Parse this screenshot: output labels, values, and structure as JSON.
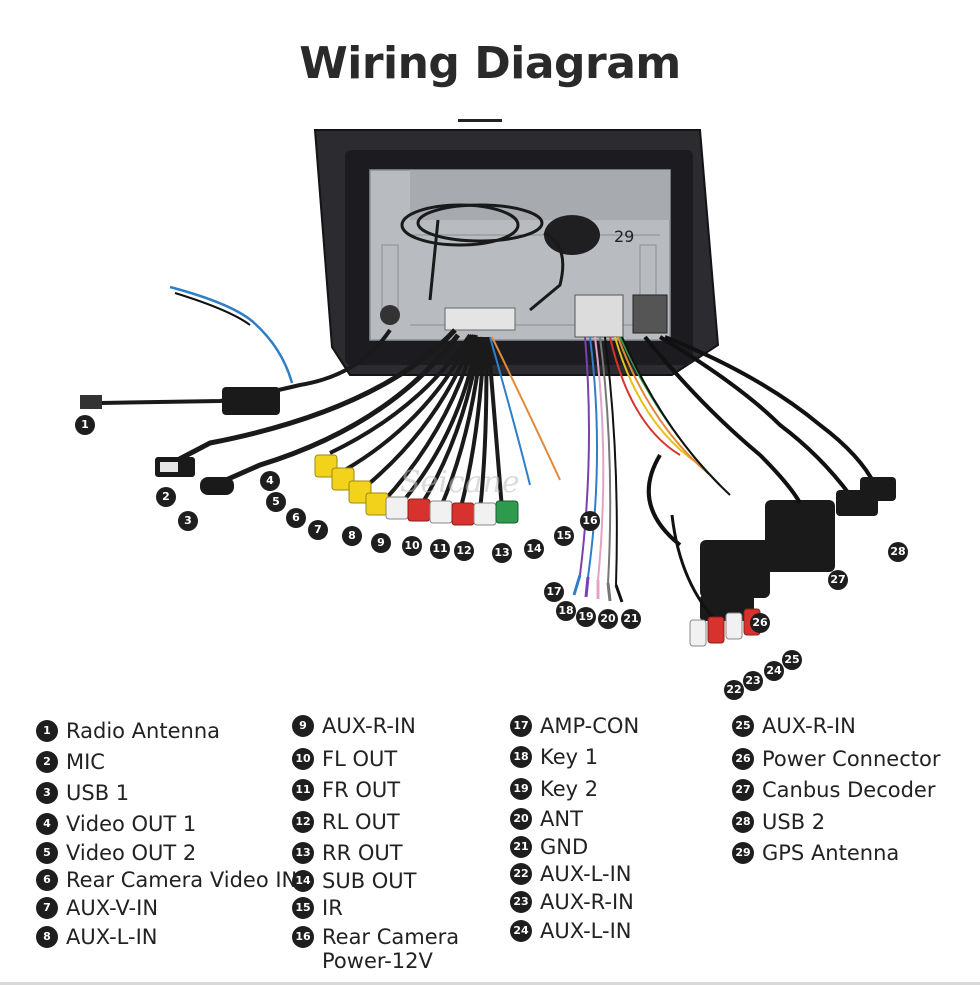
{
  "title": "Wiring Diagram",
  "watermark": "Seicane",
  "gps_marker": "29",
  "diagram_badges": [
    "1",
    "2",
    "3",
    "4",
    "5",
    "6",
    "7",
    "8",
    "9",
    "10",
    "11",
    "12",
    "13",
    "14",
    "15",
    "16",
    "17",
    "18",
    "19",
    "20",
    "21",
    "22",
    "23",
    "24",
    "25",
    "26",
    "27",
    "28"
  ],
  "legend": [
    {
      "num": "1",
      "label": "Radio Antenna"
    },
    {
      "num": "2",
      "label": "MIC"
    },
    {
      "num": "3",
      "label": "USB 1"
    },
    {
      "num": "4",
      "label": "Video OUT 1"
    },
    {
      "num": "5",
      "label": "Video OUT 2"
    },
    {
      "num": "6",
      "label": "Rear Camera Video IN"
    },
    {
      "num": "7",
      "label": "AUX-V-IN"
    },
    {
      "num": "8",
      "label": "AUX-L-IN"
    },
    {
      "num": "9",
      "label": "AUX-R-IN"
    },
    {
      "num": "10",
      "label": "FL OUT"
    },
    {
      "num": "11",
      "label": "FR OUT"
    },
    {
      "num": "12",
      "label": "RL OUT"
    },
    {
      "num": "13",
      "label": "RR OUT"
    },
    {
      "num": "14",
      "label": "SUB OUT"
    },
    {
      "num": "15",
      "label": "IR"
    },
    {
      "num": "16",
      "label": "Rear Camera\nPower-12V"
    },
    {
      "num": "17",
      "label": "AMP-CON"
    },
    {
      "num": "18",
      "label": "Key 1"
    },
    {
      "num": "19",
      "label": "Key 2"
    },
    {
      "num": "20",
      "label": "ANT"
    },
    {
      "num": "21",
      "label": "GND"
    },
    {
      "num": "22",
      "label": "AUX-L-IN"
    },
    {
      "num": "23",
      "label": "AUX-R-IN"
    },
    {
      "num": "24",
      "label": "AUX-L-IN"
    },
    {
      "num": "25",
      "label": "AUX-R-IN"
    },
    {
      "num": "26",
      "label": "Power Connector"
    },
    {
      "num": "27",
      "label": "Canbus Decoder"
    },
    {
      "num": "28",
      "label": "USB 2"
    },
    {
      "num": "29",
      "label": "GPS Antenna"
    }
  ],
  "colors": {
    "badge": "#1e1e1e",
    "unit_frame": "#2b2b30",
    "chassis": "#b8bcc0",
    "rca_yellow": "#f2d21a",
    "rca_white": "#f1f1f1",
    "rca_red": "#d8322e",
    "rca_green": "#2e9a4e"
  }
}
